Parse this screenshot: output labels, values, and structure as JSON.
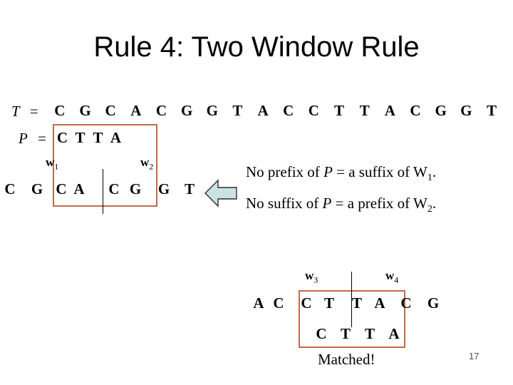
{
  "slide": {
    "title": "Rule 4: Two Window Rule",
    "page_number": "17",
    "matched_text": "Matched!"
  },
  "sequences": {
    "t_label": "T =",
    "p_label": "P =",
    "t": [
      "C",
      "G",
      "C",
      "A",
      "C",
      "G",
      "G",
      "T",
      "A",
      "C",
      "C",
      "T",
      "T",
      "A",
      "C",
      "G",
      "G",
      "T"
    ],
    "p": [
      "C",
      "T",
      "T",
      "A"
    ]
  },
  "group1": {
    "w1": {
      "base": "w",
      "sub": "1"
    },
    "w2": {
      "base": "w",
      "sub": "2"
    },
    "row": [
      "C",
      "G",
      "C",
      "A",
      "C",
      "G",
      "G",
      "T"
    ]
  },
  "notes": {
    "line1": {
      "pre": "No prefix of ",
      "p": "P",
      "mid": " = a suffix of W",
      "sub": "1",
      "end": "."
    },
    "line2": {
      "pre": "No suffix of ",
      "p": "P",
      "mid": " = a prefix of W",
      "sub": "2",
      "end": "."
    }
  },
  "group2": {
    "w3": {
      "base": "w",
      "sub": "3"
    },
    "w4": {
      "base": "w",
      "sub": "4"
    },
    "row1": [
      "A",
      "C",
      "C",
      "T",
      "T",
      "A",
      "C",
      "G"
    ],
    "row2": [
      "C",
      "T",
      "T",
      "A"
    ]
  },
  "colors": {
    "box_border": "#c06a4a",
    "arrow_fill": "#c9e3e2",
    "arrow_stroke": "#2e2e2e"
  }
}
